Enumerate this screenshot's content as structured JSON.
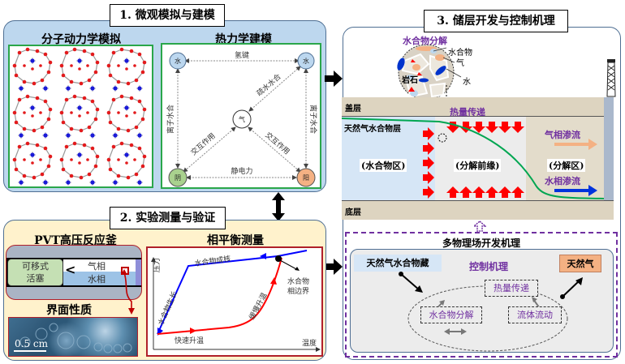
{
  "section1": {
    "title": "1. 微观模拟与建模",
    "md": {
      "title": "分子动力学模拟"
    },
    "thermo": {
      "title": "热力学建模",
      "nodes": {
        "water1": "水",
        "water2": "水",
        "gas": "气",
        "anion": "阴",
        "cation": "阳"
      },
      "edges": {
        "h_bond": "氢键",
        "ion_hydration_left": "离子水合",
        "ion_hydration_right": "离子水合",
        "hydrophobic_hydration": "疏水水合",
        "interaction_left": "交互作用",
        "interaction_right": "交互作用",
        "electrostatic": "静电力"
      },
      "colors": {
        "water": "#bcd7ef",
        "gas": "#ffffff",
        "anion": "#a9d18e",
        "cation": "#f4b183"
      }
    }
  },
  "section2": {
    "title": "2. 实验测量与验证",
    "pvt": {
      "title": "PVT高压反应釜",
      "piston": "可移式活塞",
      "piston_line1": "可移式",
      "piston_line2": "活塞",
      "gas_phase": "气相",
      "water_phase": "水相"
    },
    "interface": {
      "title": "界面性质",
      "scale": "0.5 cm"
    },
    "phase_eq": {
      "title": "相平衡测量",
      "y_axis": "压力",
      "x_axis": "温度",
      "labels": {
        "nucleation": "水合物成核",
        "growth": "水合物生长",
        "fast_heat": "快速升温",
        "slow_heat": "缓慢升温",
        "boundary_line1": "水合物",
        "boundary_line2": "相边界"
      }
    }
  },
  "section3": {
    "title": "3. 储层开发与控制机理",
    "inset": {
      "title": "水合物分解",
      "hydrate": "水合物",
      "gas": "气",
      "water": "水",
      "rock": "岩石"
    },
    "reservoir": {
      "cap": "盖层",
      "base": "底层",
      "layer": "天然气水合物层",
      "heat": "热量传递",
      "zone_hydrate": "(水合物区)",
      "zone_front": "(分解前缘)",
      "zone_dissoc": "(分解区)",
      "gas_flow": "气相渗流",
      "water_flow": "水相渗流"
    },
    "mechanism": {
      "title": "多物理场开发机理",
      "source": "天然气水合物藏",
      "control": "控制机理",
      "product": "天然气",
      "heat": "热量传递",
      "decomp": "水合物分解",
      "flow": "流体流动"
    }
  },
  "colors": {
    "panel1_bg": "#bdd7ee",
    "panel2_bg": "#fff2cc",
    "panel3_bg": "#ffffff",
    "mechanism_purple": "#7030a0",
    "red_arrow": "#ff0000",
    "blue_curve": "#0000ff",
    "green_front": "#00a651"
  }
}
